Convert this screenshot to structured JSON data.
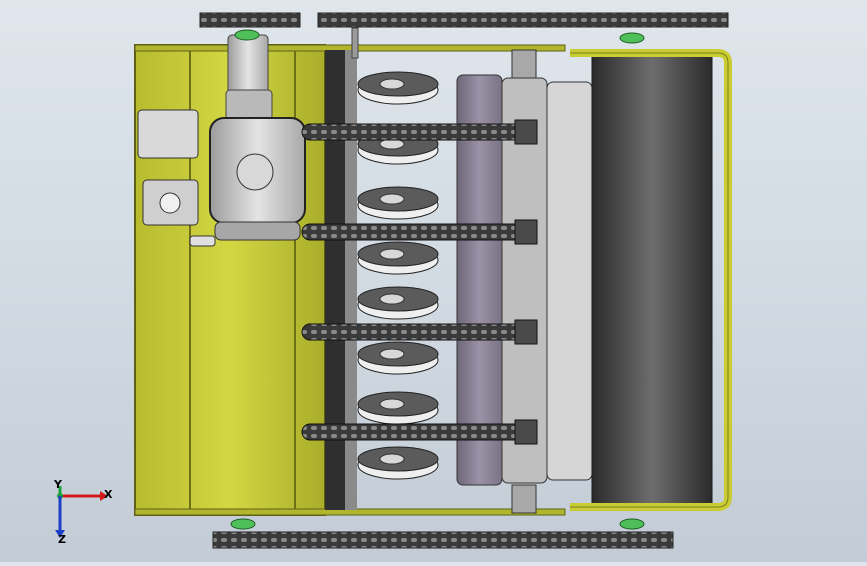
{
  "viewport": {
    "name": "cad-3d-viewport",
    "background_top": "#dfe6ec",
    "background_bottom": "#c3ccd6"
  },
  "colors": {
    "frame_yellow": "#c8cc3a",
    "frame_yellow_dark": "#8e9122",
    "chain_dark": "#3a3a3a",
    "engine_grey": "#c9c9c9",
    "drum_purple": "#8c8497",
    "hub_green": "#4fbf5a",
    "axis_x": "#d11b1b",
    "axis_y": "#19a33b",
    "axis_z": "#1d3fc7"
  },
  "model": {
    "assembly": "agricultural-machine-assembly",
    "parts": [
      "engine",
      "frame",
      "drive-chains",
      "cutter-discs",
      "drum-housing",
      "roller-cage",
      "top-track",
      "bottom-track"
    ]
  },
  "axis_triad": {
    "x_label": "X",
    "y_label": "Y",
    "z_label": "Z"
  }
}
